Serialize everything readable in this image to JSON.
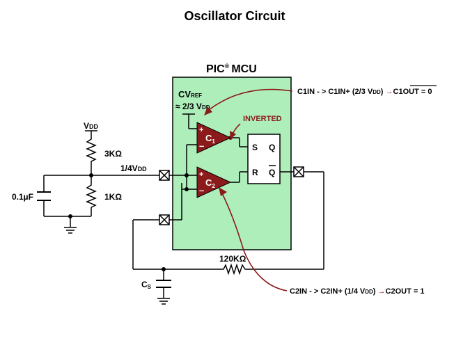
{
  "title": "Oscillator Circuit",
  "mcu": {
    "label": "PIC",
    "reg_symbol": "®",
    "suffix": "MCU",
    "color": "#aeeebb"
  },
  "cvref": {
    "main": "CV",
    "sub": "REF",
    "line2": "≈ 2/3 V",
    "line2_sub": "DD"
  },
  "vdd": {
    "main": "V",
    "sub": "DD"
  },
  "r_top": "3KΩ",
  "r_bottom": "1KΩ",
  "cap_left": "0.1µF",
  "quarter_vdd": {
    "main": "1/4V",
    "sub": "DD"
  },
  "comparators": [
    {
      "label": "C",
      "sub": "1",
      "color": "#8b1a1a"
    },
    {
      "label": "C",
      "sub": "2",
      "color": "#8b1a1a"
    }
  ],
  "inverted_label": "INVERTED",
  "latch": {
    "s": "S",
    "q": "Q",
    "r": "R",
    "qbar": "Q"
  },
  "r_feedback": "120KΩ",
  "cap_s": {
    "main": "C",
    "sub": "S"
  },
  "annotation_c1": {
    "prefix": "C1IN - > C1IN+ (2/3 V",
    "sub": "DD",
    "mid": ") ",
    "arrow": "→",
    "overline": "C1OUT",
    "suffix": " = 0"
  },
  "annotation_c2": {
    "prefix": "C2IN - > C2IN+ (1/4 V",
    "sub": "DD",
    "mid": ") ",
    "arrow": "→",
    "out": "C2OUT",
    "suffix": " = 1"
  },
  "accent_color": "#8b1a1a"
}
